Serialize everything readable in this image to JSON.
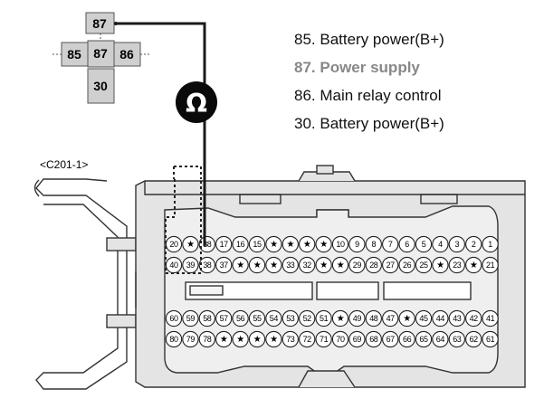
{
  "relay": {
    "top_pin": "87",
    "left_pin": "85",
    "center_pin": "87",
    "right_pin": "86",
    "bottom_pin": "30"
  },
  "meter": {
    "symbol": "Ω",
    "icon": "ohm-meter-icon"
  },
  "legend": [
    {
      "text": "85. Battery power(B+)",
      "color": "#111111",
      "bold": false
    },
    {
      "text": "87. Power supply",
      "color": "#888888",
      "bold": true
    },
    {
      "text": "86. Main relay control",
      "color": "#111111",
      "bold": false
    },
    {
      "text": "30. Battery power(B+)",
      "color": "#111111",
      "bold": false
    }
  ],
  "connector": {
    "label": "<C201-1>",
    "rows": [
      [
        "20",
        "★",
        "38",
        "17",
        "16",
        "15",
        "★",
        "★",
        "★",
        "★",
        "10",
        "9",
        "8",
        "7",
        "6",
        "5",
        "4",
        "3",
        "2",
        "1"
      ],
      [
        "40",
        "39",
        "38",
        "37",
        "★",
        "★",
        "★",
        "33",
        "32",
        "★",
        "★",
        "29",
        "28",
        "27",
        "26",
        "25",
        "★",
        "23",
        "★",
        "21"
      ],
      [
        "60",
        "59",
        "58",
        "57",
        "56",
        "55",
        "54",
        "53",
        "52",
        "51",
        "★",
        "49",
        "48",
        "47",
        "★",
        "45",
        "44",
        "43",
        "42",
        "41"
      ],
      [
        "80",
        "79",
        "78",
        "★",
        "★",
        "★",
        "★",
        "73",
        "72",
        "71",
        "70",
        "69",
        "68",
        "67",
        "66",
        "65",
        "64",
        "63",
        "62",
        "61"
      ]
    ]
  },
  "colors": {
    "relay_fill": "#cfcfcf",
    "connector_fill": "#e4e4e4",
    "wire": "#1a1a1a"
  }
}
